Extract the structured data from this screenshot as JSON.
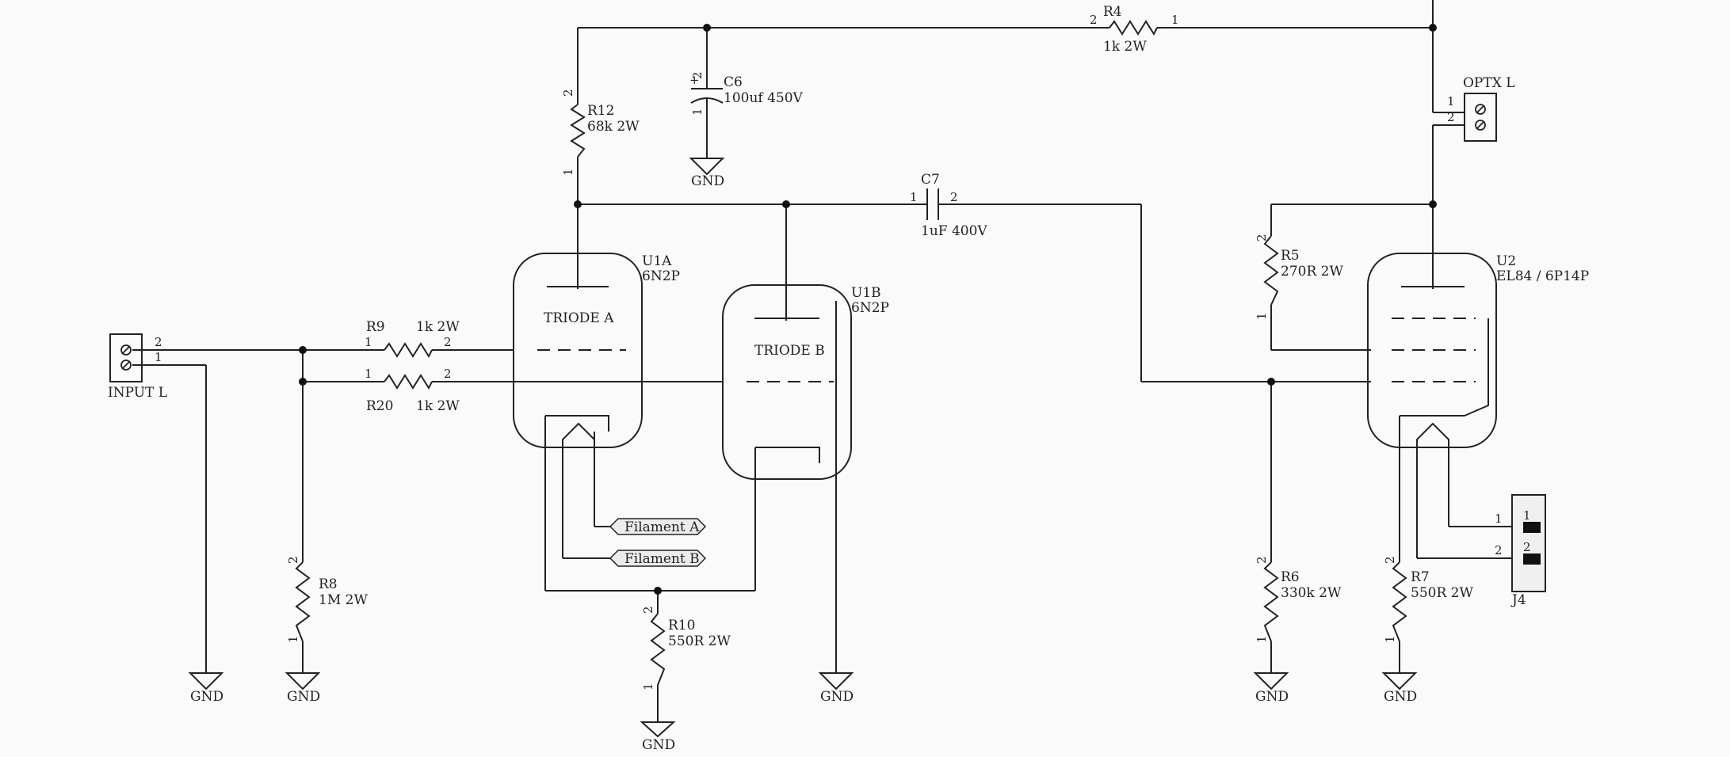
{
  "components": {
    "R4": {
      "ref": "R4",
      "value": "1k 2W"
    },
    "R12": {
      "ref": "R12",
      "value": "68k 2W"
    },
    "C6": {
      "ref": "C6",
      "value": "100uf 450V"
    },
    "C7": {
      "ref": "C7",
      "value": "1uF 400V"
    },
    "R9": {
      "ref": "R9",
      "value": "1k 2W"
    },
    "R20": {
      "ref": "R20",
      "value": "1k 2W"
    },
    "R8": {
      "ref": "R8",
      "value": "1M 2W"
    },
    "R10": {
      "ref": "R10",
      "value": "550R 2W"
    },
    "R5": {
      "ref": "R5",
      "value": "270R 2W"
    },
    "R6": {
      "ref": "R6",
      "value": "330k 2W"
    },
    "R7": {
      "ref": "R7",
      "value": "550R 2W"
    },
    "U1A": {
      "ref": "U1A",
      "value": "6N2P",
      "label": "TRIODE A"
    },
    "U1B": {
      "ref": "U1B",
      "value": "6N2P",
      "label": "TRIODE B"
    },
    "U2": {
      "ref": "U2",
      "value": "EL84 / 6P14P"
    },
    "J_in": {
      "ref": "INPUT L"
    },
    "J_out": {
      "ref": "OPTX L"
    },
    "J4": {
      "ref": "J4"
    }
  },
  "net_labels": {
    "filament_a": "Filament A",
    "filament_b": "Filament B",
    "gnd": "GND"
  },
  "pins": {
    "one": "1",
    "two": "2",
    "plus": "+"
  }
}
